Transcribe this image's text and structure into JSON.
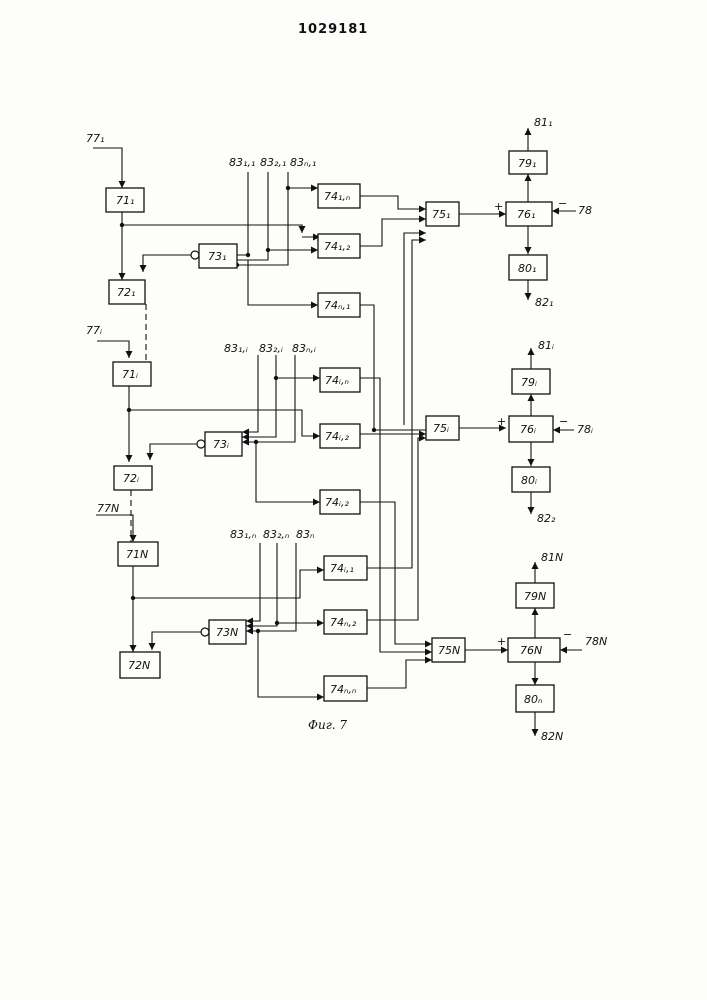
{
  "page": {
    "patent_number": "1029181",
    "caption": "Фиг. 7"
  },
  "blocks": {
    "b71_1": "71₁",
    "b72_1": "72₁",
    "b73_1": "73₁",
    "b74_1n": "74₁,ₙ",
    "b74_12": "74₁,₂",
    "b74_n1": "74ₙ,₁",
    "b75_1": "75₁",
    "b76_1": "76₁",
    "b79_1": "79₁",
    "b80_1": "80₁",
    "b71_i": "71ᵢ",
    "b72_i": "72ᵢ",
    "b73_i": "73ᵢ",
    "b74_in": "74ᵢ,ₙ",
    "b74_i2a": "74ᵢ,₂",
    "b74_i2b": "74ᵢ,₂",
    "b75_i": "75ᵢ",
    "b76_i": "76ᵢ",
    "b79_i": "79ᵢ",
    "b80_i": "80ᵢ",
    "b71_N": "71N",
    "b72_N": "72N",
    "b73_N": "73N",
    "b74_i1": "74ᵢ,₁",
    "b74_n2": "74ₙ,₂",
    "b74_nn": "74ₙ,ₙ",
    "b75_N": "75N",
    "b76_N": "76N",
    "b79_N": "79N",
    "b80_n": "80ₙ"
  },
  "terminals": {
    "t77_1": "77₁",
    "t77_i": "77ᵢ",
    "t77_N": "77N",
    "t78": "78",
    "t78_i": "78ᵢ",
    "t78_N": "78N",
    "t81_1": "81₁",
    "t81_i": "81ᵢ",
    "t81_N": "81N",
    "t82_1": "82₁",
    "t82_2": "82₂",
    "t82_N": "82N",
    "t83_11": "83₁,₁",
    "t83_21": "83₂,₁",
    "t83_n1": "83ₙ,₁",
    "t83_1i": "83₁,ᵢ",
    "t83_2i": "83₂,ᵢ",
    "t83_ni": "83ₙ,ᵢ",
    "t83_1n": "83₁,ₙ",
    "t83_2n": "83₂,ₙ",
    "t83_n": "83ₙ"
  },
  "signs": {
    "plus": "+",
    "minus": "−"
  }
}
